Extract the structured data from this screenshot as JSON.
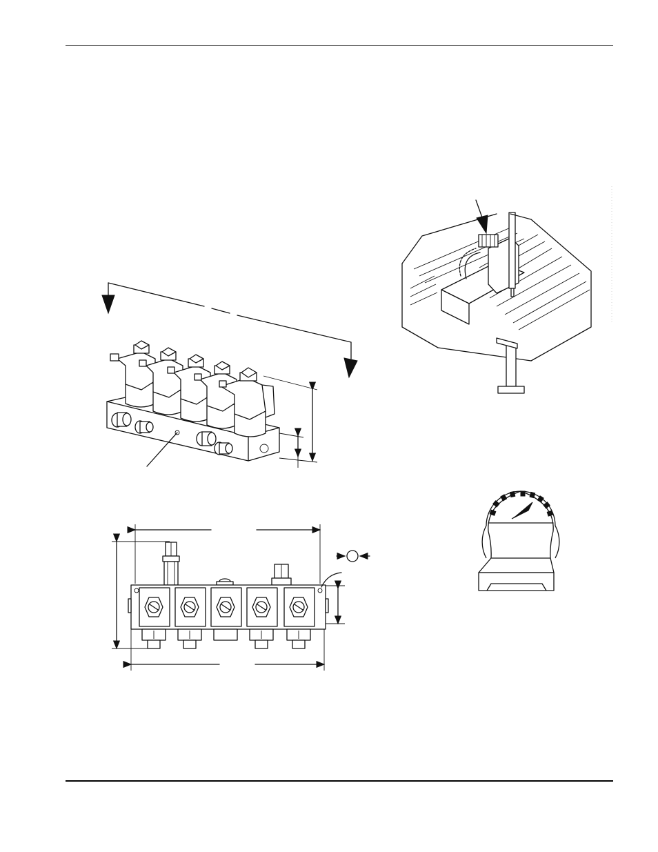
{
  "page": {
    "top_rule": true,
    "bottom_rule": true
  },
  "figures": [
    {
      "id": "valve-manifold-isometric",
      "icon": "valve-manifold-icon"
    },
    {
      "id": "table-gantry",
      "icon": "cutting-table-icon"
    },
    {
      "id": "valve-manifold-front-view",
      "icon": "dimension-drawing-icon"
    },
    {
      "id": "torque-symbol",
      "icon": "torque-icon"
    },
    {
      "id": "weight-scale",
      "icon": "scale-icon"
    }
  ],
  "colors": {
    "ink": "#111111",
    "paper": "#ffffff"
  }
}
